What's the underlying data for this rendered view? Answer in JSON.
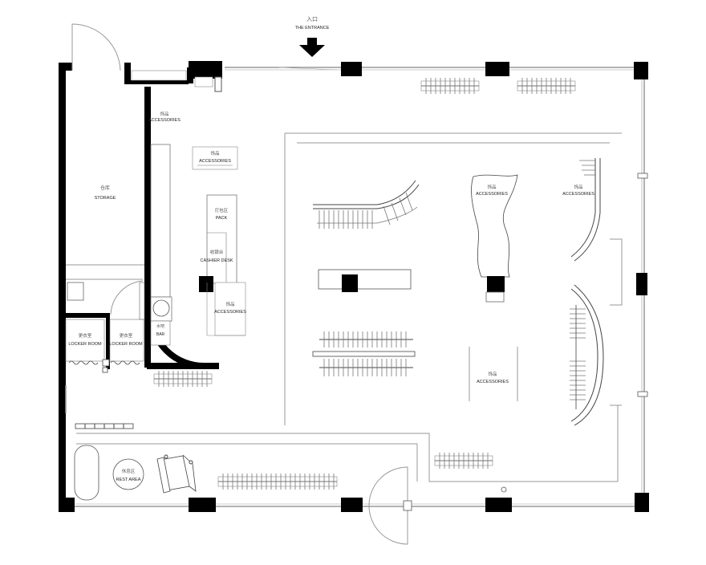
{
  "entrance": {
    "cn": "入口",
    "en": "THE ENTRANCE"
  },
  "rooms": {
    "storage": {
      "cn": "仓库",
      "en": "STORAGE"
    },
    "locker_1": {
      "cn": "更衣室",
      "en": "LOCKER ROOM"
    },
    "locker_2": {
      "cn": "更衣室",
      "en": "LOCKER ROOM"
    },
    "rest_area": {
      "cn": "休息区",
      "en": "REST AREA"
    },
    "bar": {
      "cn": "水吧",
      "en": "BAR"
    }
  },
  "fixtures": {
    "acc_top_left": {
      "cn": "饰品",
      "en": "ACCESSORIES"
    },
    "acc_counter": {
      "cn": "饰品",
      "en": "ACCESSORIES"
    },
    "pack": {
      "cn": "打包区",
      "en": "PACK"
    },
    "cashier": {
      "cn": "收银台",
      "en": "CASHIER DESK"
    },
    "acc_lower_counter": {
      "cn": "饰品",
      "en": "ACCESSORIES"
    },
    "acc_wave": {
      "cn": "饰品",
      "en": "ACCESSORIES"
    },
    "acc_right_wall": {
      "cn": "饰品",
      "en": "ACCESSORIES"
    },
    "acc_center_bottom": {
      "cn": "饰品",
      "en": "ACCESSORIES"
    }
  }
}
